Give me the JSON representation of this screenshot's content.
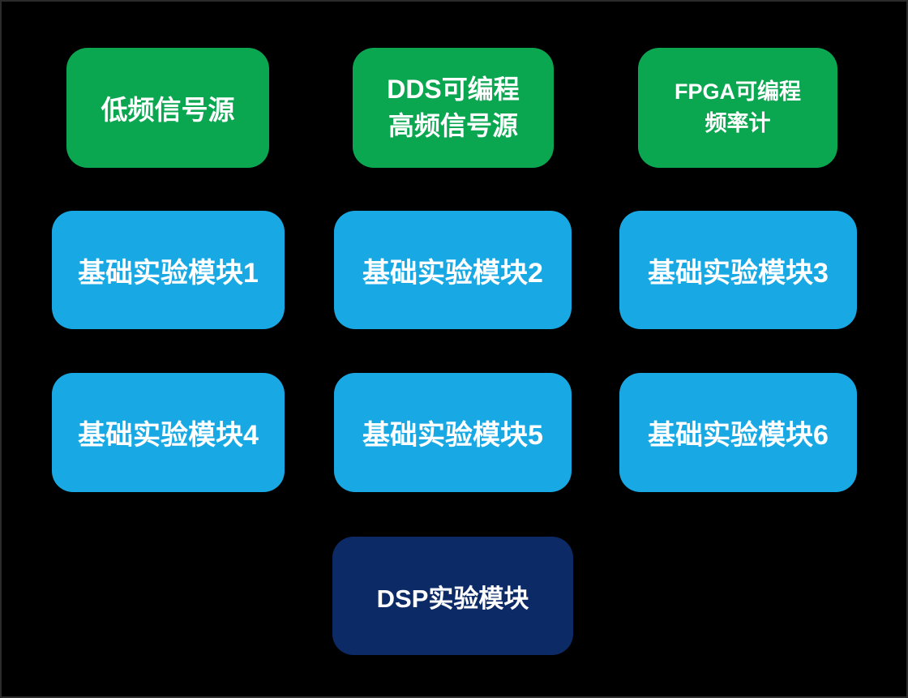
{
  "colors": {
    "background": "#000000",
    "source_block_green": "#0aa650",
    "basic_module_blue": "#18a9e4",
    "dsp_module_navy": "#0b2a66",
    "text": "#ffffff"
  },
  "diagram": {
    "sources": {
      "low_freq": {
        "lines": {
          "0": "低频信号源"
        }
      },
      "dds": {
        "lines": {
          "0": "DDS可编程",
          "1": "高频信号源"
        }
      },
      "fpga": {
        "lines": {
          "0": "FPGA可编程",
          "1": "频率计"
        }
      }
    },
    "basic_modules": {
      "m1": {
        "label": "基础实验模块1"
      },
      "m2": {
        "label": "基础实验模块2"
      },
      "m3": {
        "label": "基础实验模块3"
      },
      "m4": {
        "label": "基础实验模块4"
      },
      "m5": {
        "label": "基础实验模块5"
      },
      "m6": {
        "label": "基础实验模块6"
      }
    },
    "dsp_module": {
      "label": "DSP实验模块"
    }
  }
}
